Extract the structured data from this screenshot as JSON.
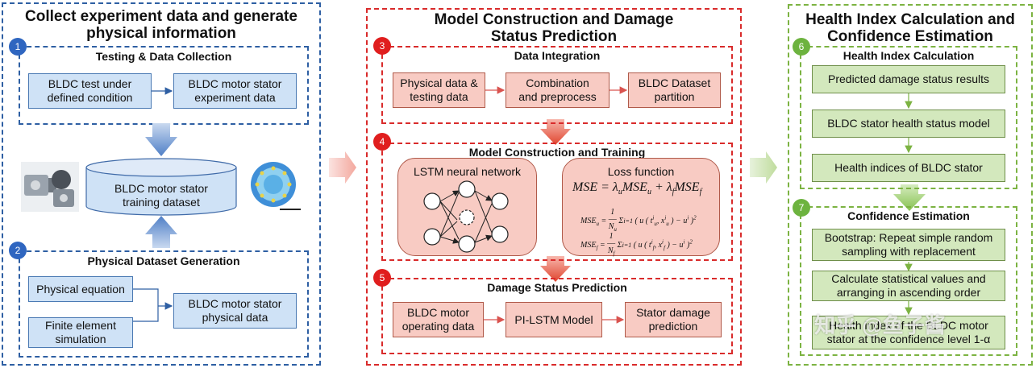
{
  "panel1": {
    "title_line1": "Collect experiment data and generate",
    "title_line2": "physical information",
    "sec1": {
      "num": "1",
      "title": "Testing & Data Collection",
      "box_a_l1": "BLDC test under",
      "box_a_l2": "defined condition",
      "box_b_l1": "BLDC motor stator",
      "box_b_l2": "experiment data"
    },
    "dataset_l1": "BLDC motor stator",
    "dataset_l2": "training dataset",
    "sec2": {
      "num": "2",
      "title": "Physical Dataset Generation",
      "box_a": "Physical equation",
      "box_b_l1": "Finite element",
      "box_b_l2": "simulation",
      "box_c_l1": "BLDC motor stator",
      "box_c_l2": "physical data"
    }
  },
  "panel2": {
    "title_line1": "Model Construction and Damage",
    "title_line2": "Status Prediction",
    "sec3": {
      "num": "3",
      "title": "Data Integration",
      "box_a_l1": "Physical data &",
      "box_a_l2": "testing data",
      "box_b_l1": "Combination",
      "box_b_l2": "and preprocess",
      "box_c_l1": "BLDC Dataset",
      "box_c_l2": "partition"
    },
    "sec4": {
      "num": "4",
      "title": "Model Construction and Training",
      "lstm_label": "LSTM neural network",
      "loss_label": "Loss function",
      "formula_main": "MSE = λuMSEu + λfMSEf",
      "formula_u": "MSEu = 1/Nu Σ(u(tu, xu) − ui)²",
      "formula_f": "MSEf = 1/Nf Σ(u(tf, xf) − ui)²"
    },
    "sec5": {
      "num": "5",
      "title": "Damage Status Prediction",
      "box_a_l1": "BLDC motor",
      "box_a_l2": "operating data",
      "box_b": "PI-LSTM Model",
      "box_c_l1": "Stator damage",
      "box_c_l2": "prediction"
    }
  },
  "panel3": {
    "title_line1": "Health Index Calculation and",
    "title_line2": "Confidence Estimation",
    "sec6": {
      "num": "6",
      "title": "Health Index Calculation",
      "box_a": "Predicted damage status results",
      "box_b": "BLDC stator health status model",
      "box_c": "Health indices of BLDC stator"
    },
    "sec7": {
      "num": "7",
      "title": "Confidence Estimation",
      "box_a_l1": "Bootstrap: Repeat simple random",
      "box_a_l2": "sampling with replacement",
      "box_b_l1": "Calculate statistical values and",
      "box_b_l2": "arranging in ascending order",
      "box_c_l1": "Health index of the BLDC motor",
      "box_c_l2": "stator at the confidence level 1-α"
    }
  },
  "watermark": "知乎 @鱼子酱",
  "colors": {
    "blue": "#2e5fa3",
    "red": "#d92b2b",
    "green": "#7cb342",
    "num_blue": "#2f66c0",
    "num_red": "#e01e1e",
    "num_green": "#6db33f"
  }
}
